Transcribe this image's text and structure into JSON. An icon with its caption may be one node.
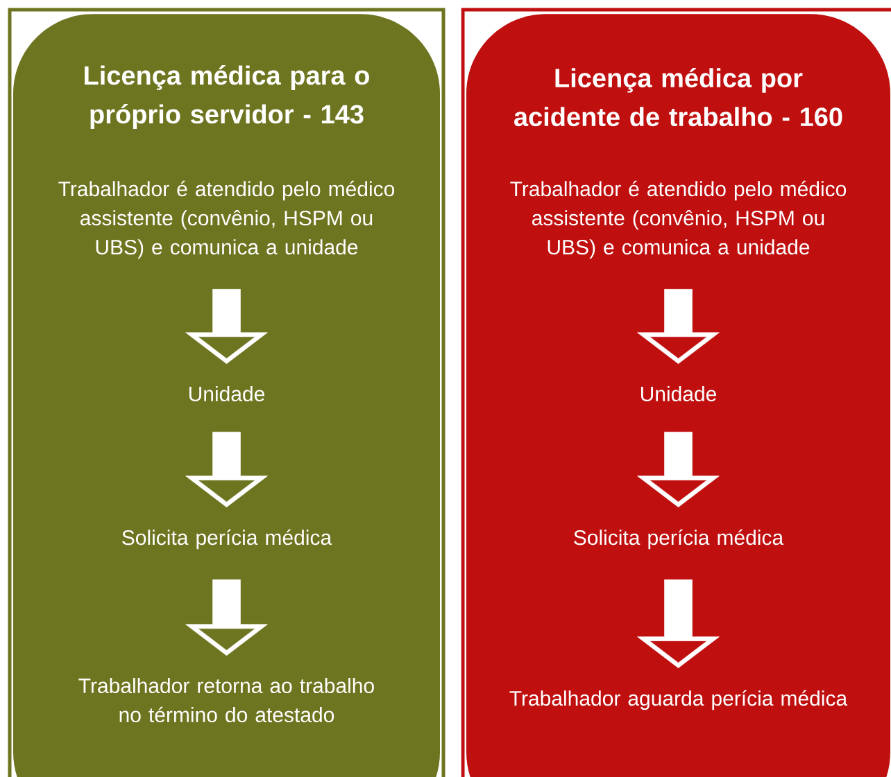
{
  "diagram": {
    "nodes": [
      {
        "text": [
          "Licença médica para o próprio servidor - 143"
        ]
      },
      {
        "text": [
          "Trabalhador é atendido pelo médico assistente (convênio, HSPM ou UBS) e comunica a unidade"
        ],
        "in": 0
      },
      {
        "text": [
          "Unidade"
        ],
        "in": 0
      },
      {
        "text": [
          "Solicita perícia médica"
        ],
        "in": 0
      },
      {
        "text": [
          "Trabalhador retorna ao trabalho no término do atestado"
        ],
        "in": 0
      },
      {
        "text": [
          "Licença médica por acidente de trabalho - 160"
        ]
      },
      {
        "text": [
          "Trabalhador é atendido pelo médico assistente (convênio, HSPM ou UBS) e comunica a unidade"
        ],
        "in": 5
      },
      {
        "text": [
          "Unidade"
        ],
        "in": 5
      },
      {
        "text": [
          "Solicita perícia médica"
        ],
        "in": 5
      },
      {
        "text": [
          "Trabalhador aguarda perícia médica"
        ],
        "in": 5
      }
    ],
    "edges": [
      {
        "from": 1,
        "to": 2,
        "arrow": "to"
      },
      {
        "from": 2,
        "to": 3,
        "arrow": "to"
      },
      {
        "from": 3,
        "to": 4,
        "arrow": "to"
      },
      {
        "from": 6,
        "to": 7,
        "arrow": "to"
      },
      {
        "from": 7,
        "to": 8,
        "arrow": "to"
      },
      {
        "from": 8,
        "to": 9,
        "arrow": "to"
      }
    ]
  }
}
